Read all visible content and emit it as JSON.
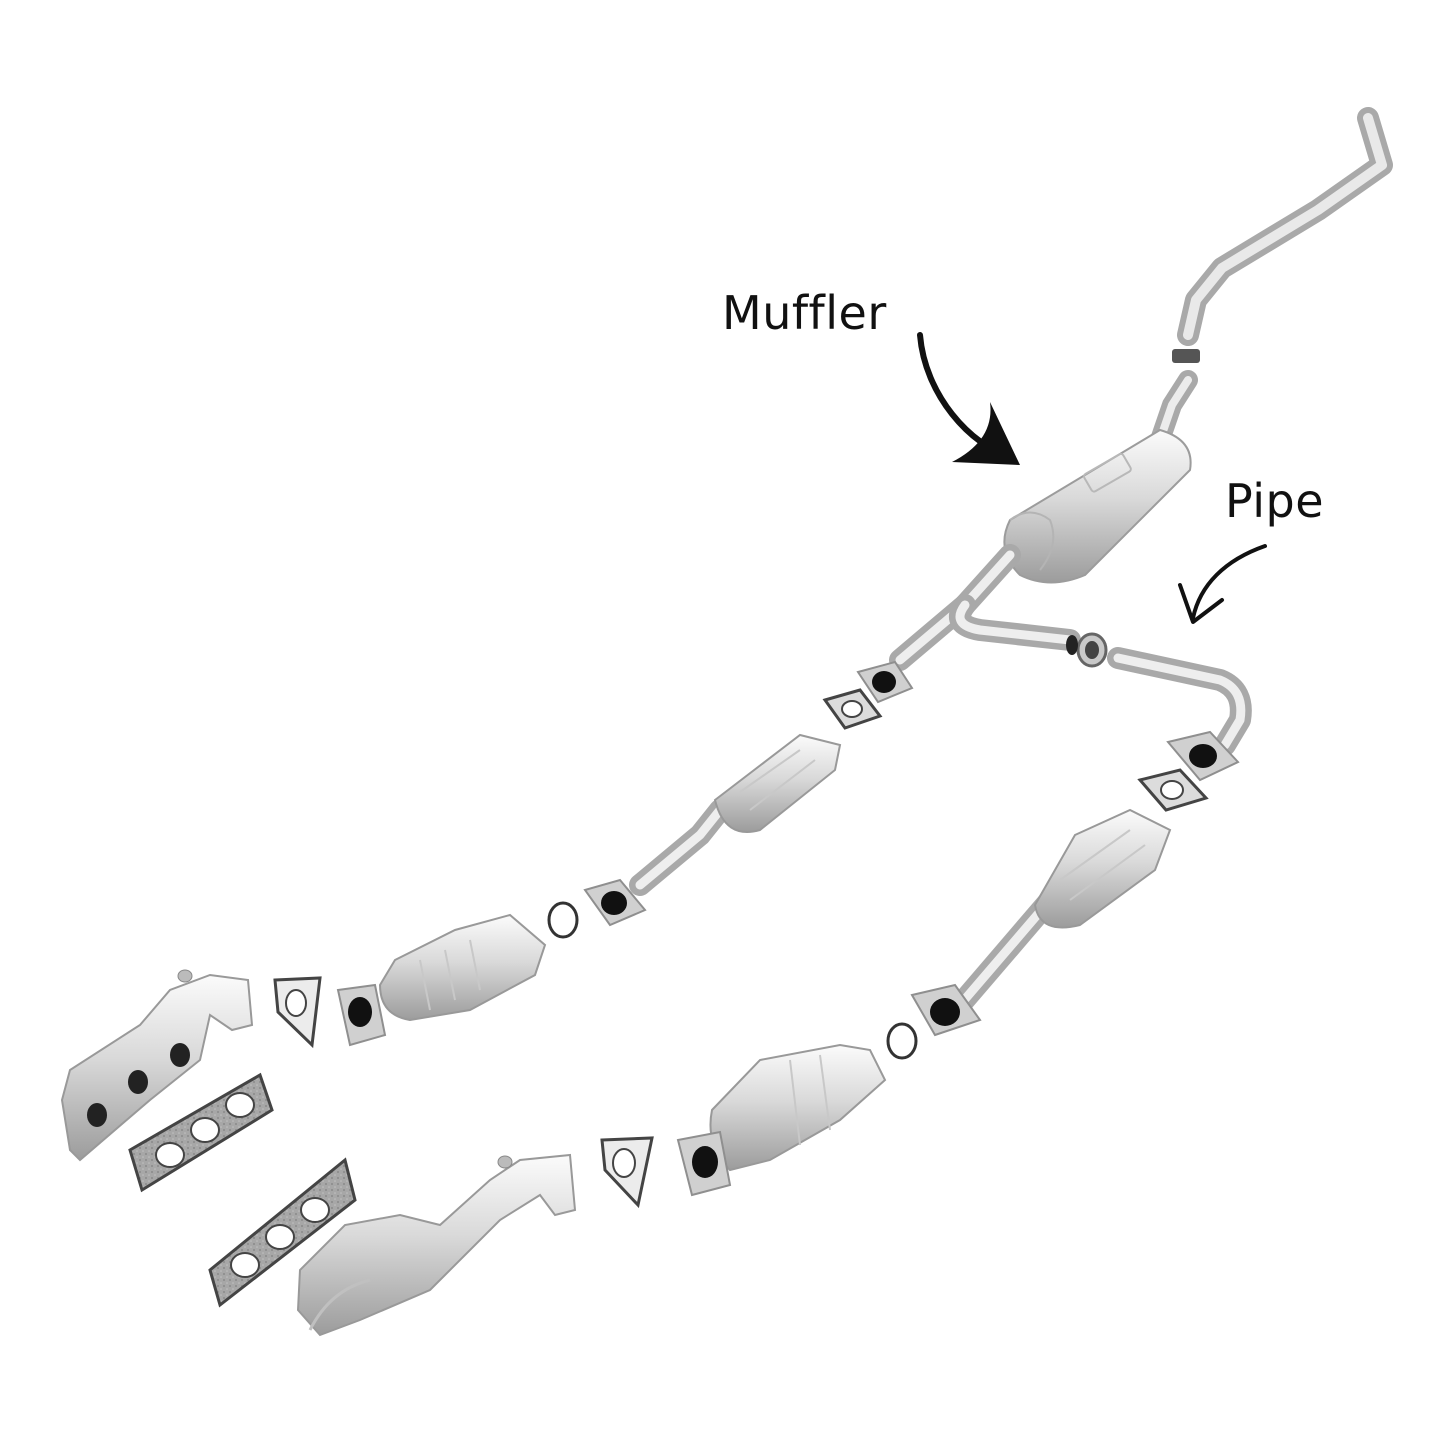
{
  "labels": {
    "muffler": "Muffler",
    "pipe": "Pipe"
  },
  "colors": {
    "background": "#ffffff",
    "text": "#111111",
    "metal_light": "#f1f1f1",
    "metal_mid": "#c9c9c9",
    "metal_dark": "#8e8e8e",
    "gasket": "#9a9a9a"
  },
  "parts": [
    "exhaust-manifold-left",
    "exhaust-manifold-right",
    "manifold-gasket-left",
    "manifold-gasket-right",
    "catalytic-converter-front-left",
    "catalytic-converter-front-right",
    "catalytic-converter-rear-left",
    "catalytic-converter-rear-right",
    "y-pipe",
    "muffler",
    "tailpipe",
    "pipe-clamp"
  ]
}
